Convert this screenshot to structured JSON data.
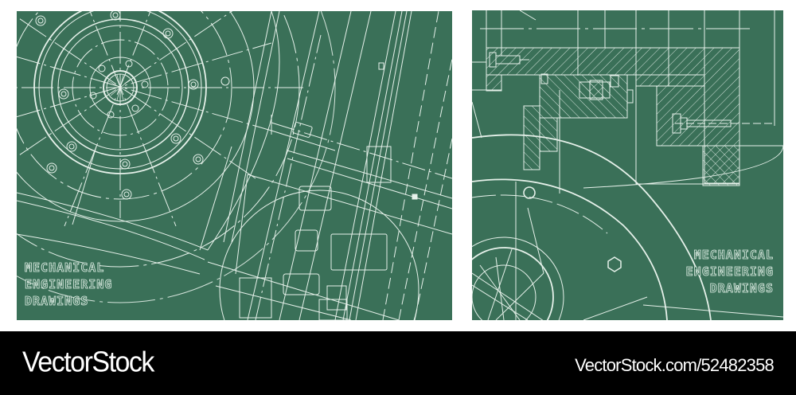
{
  "colors": {
    "panel_bg": "#3a7058",
    "line": "#e6f1ea",
    "footer_bg": "#000000",
    "footer_text": "#ffffff",
    "page_bg": "#ffffff"
  },
  "left_panel": {
    "title_lines": [
      "MECHANICAL",
      "ENGINEERING",
      "DRAWINGS"
    ],
    "title": "MECHANICAL\nENGINEERING\nDRAWINGS",
    "subject": "flange-and-gear-shaft-blueprint"
  },
  "right_panel": {
    "title_lines": [
      "MECHANICAL",
      "ENGINEERING",
      "DRAWINGS"
    ],
    "title": "MECHANICAL\nENGINEERING\nDRAWINGS",
    "subject": "bolted-section-with-hatching-blueprint"
  },
  "footer": {
    "brand": "VectorStock",
    "url": "VectorStock.com/52482358"
  }
}
